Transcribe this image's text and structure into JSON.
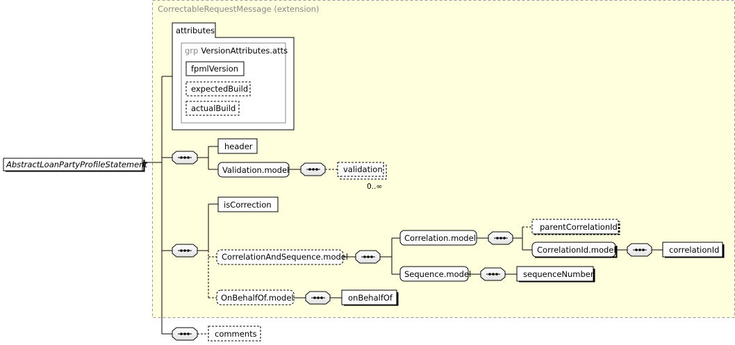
{
  "root": {
    "label": "AbstractLoanPartyProfileStatement"
  },
  "extension": {
    "label": "CorrectableRequestMessage (extension)"
  },
  "attributes": {
    "tab_label": "attributes",
    "group_prefix": "grp",
    "group_name": "VersionAttributes.atts",
    "items": [
      "fpmlVersion",
      "expectedBuild",
      "actualBuild"
    ]
  },
  "elements": {
    "header": "header",
    "validation_model": "Validation.model",
    "validation": "validation",
    "validation_occurs": "0..∞",
    "is_correction": "isCorrection",
    "correlation_and_sequence_model": "CorrelationAndSequence.model",
    "correlation_model": "Correlation.model",
    "parent_correlation_id": "parentCorrelationId",
    "correlation_id_model": "CorrelationId.model",
    "correlation_id": "correlationId",
    "sequence_model": "Sequence.model",
    "sequence_number": "sequenceNumber",
    "on_behalf_of_model": "OnBehalfOf.model",
    "on_behalf_of": "onBehalfOf",
    "comments": "comments"
  },
  "colors": {
    "extension_fill": "#ffffde",
    "box_fill": "#ffffff",
    "border": "#000000",
    "group_border": "#888888",
    "muted_text": "#888888"
  }
}
